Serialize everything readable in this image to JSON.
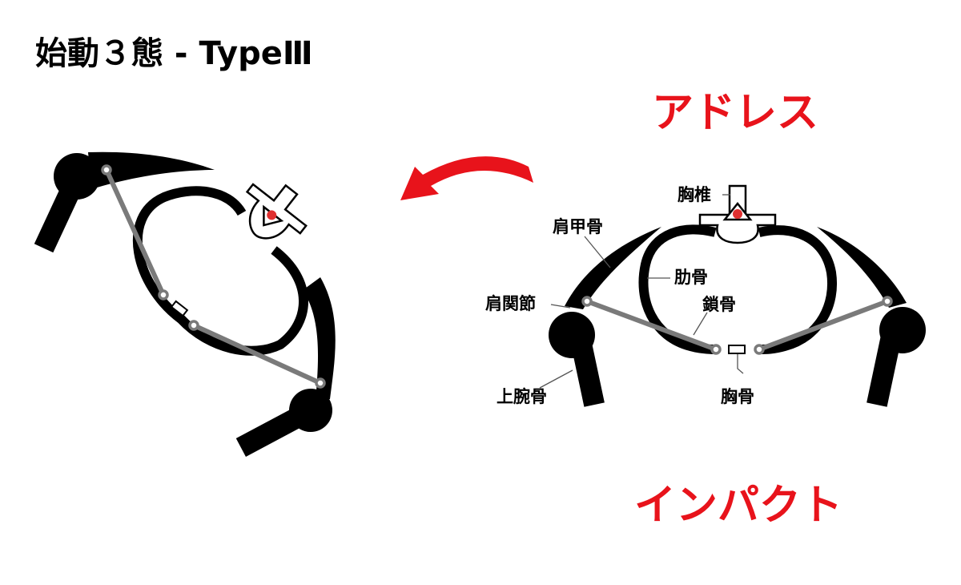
{
  "title": "始動３態 - TypeⅢ",
  "phases": {
    "address": "アドレス",
    "impact": "インパクト"
  },
  "labels": {
    "thoracic_vertebra": "胸椎",
    "scapula": "肩甲骨",
    "rib": "肋骨",
    "shoulder_joint": "肩関節",
    "clavicle": "鎖骨",
    "humerus": "上腕骨",
    "sternum": "胸骨"
  },
  "colors": {
    "phase_text": "#e8131b",
    "arrow": "#e8131b",
    "bone": "#000000",
    "clavicle": "#7a7a7a",
    "spinal_marker": "#e03030"
  }
}
